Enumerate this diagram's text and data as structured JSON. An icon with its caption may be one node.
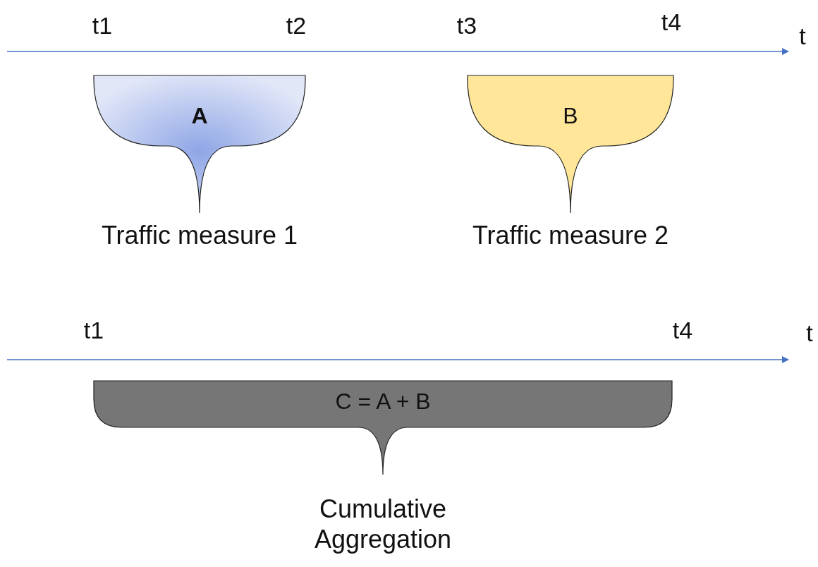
{
  "diagram": {
    "nodes": [
      {
        "text": [
          "A"
        ],
        "beside": [
          "Traffic measure 1"
        ]
      },
      {
        "text": [
          "B"
        ],
        "beside": [
          "Traffic measure 2"
        ]
      },
      {
        "text": [
          "C = A + B"
        ],
        "beside": [
          "Cumulative Aggregation"
        ]
      }
    ],
    "labels": [
      "t1",
      "t2",
      "t3",
      "t4",
      "t",
      "t1",
      "t4",
      "t"
    ]
  }
}
